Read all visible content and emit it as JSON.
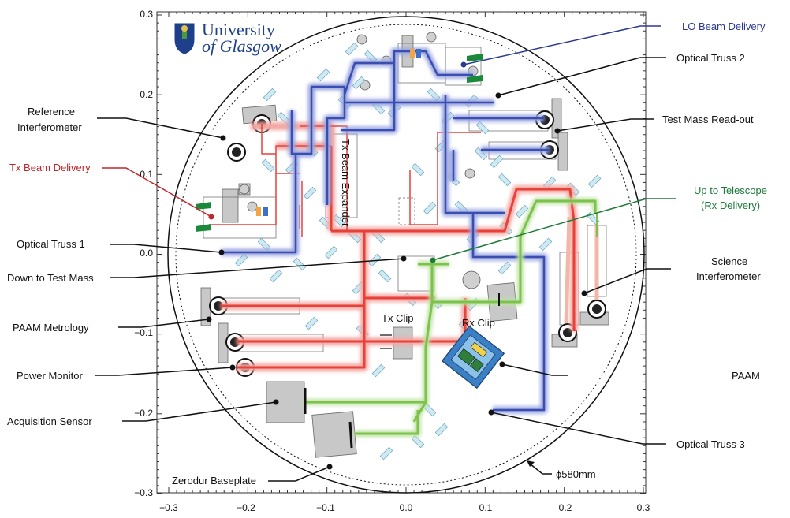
{
  "logo": {
    "line1": "University",
    "line2": "of Glasgow"
  },
  "axes": {
    "x_ticks": [
      "−0.3",
      "−0.2",
      "−0.1",
      "0.0",
      "0.1",
      "0.2",
      "0.3"
    ],
    "y_ticks": [
      "0.3",
      "0.2",
      "0.1",
      "0.0",
      "−0.1",
      "−0.2",
      "−0.3"
    ]
  },
  "labels": {
    "lo_beam_delivery": "LO Beam Delivery",
    "optical_truss_2": "Optical Truss 2",
    "reference_interferometer_1": "Reference",
    "reference_interferometer_2": "Interferometer",
    "test_mass_readout": "Test Mass Read-out",
    "tx_beam_delivery": "Tx Beam Delivery",
    "up_to_telescope_1": "Up to Telescope",
    "up_to_telescope_2": "(Rx Delivery)",
    "optical_truss_1": "Optical Truss 1",
    "science_interferometer_1": "Science",
    "science_interferometer_2": "Interferometer",
    "down_to_test_mass": "Down to Test Mass",
    "paam_metrology": "PAAM Metrology",
    "power_monitor": "Power Monitor",
    "paam": "PAAM",
    "acquisition_sensor": "Acquisition Sensor",
    "optical_truss_3": "Optical Truss 3",
    "zerodur_baseplate": "Zerodur Baseplate",
    "diameter": "ϕ580mm",
    "tx_beam_expander": "Tx Beam Expander",
    "tx_clip": "Tx Clip",
    "rx_clip": "Rx Clip"
  },
  "colors": {
    "red_beam": "#e8413a",
    "blue_beam": "#3a4db0",
    "green_beam": "#7cc24b",
    "label_red": "#c0262d",
    "label_blue": "#2b3990",
    "label_green": "#1d7a3a",
    "component_grey": "#c8c8c8",
    "optic_cyan": "#cfe9f3"
  }
}
